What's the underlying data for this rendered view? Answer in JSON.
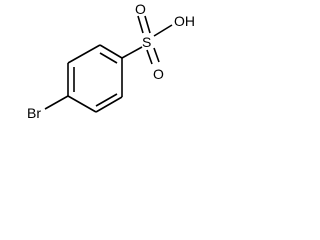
{
  "molecule": {
    "atoms": {
      "bromine": "Br",
      "sulfur": "S",
      "oxygen_top": "O",
      "oxygen_bottom": "O",
      "hydroxyl": "OH"
    },
    "colors": {
      "bond": "#000000",
      "label": "#000000",
      "background": "#ffffff"
    }
  }
}
